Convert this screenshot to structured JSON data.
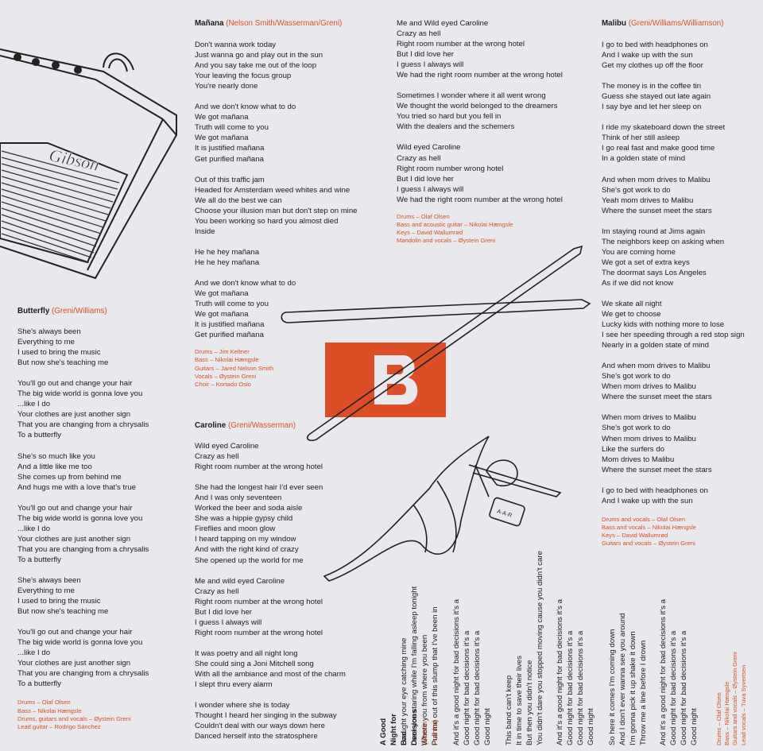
{
  "colors": {
    "accent": "#d4532a",
    "text": "#1c1c1e",
    "background": "#e9e8ec",
    "block": "#dc4e25"
  },
  "art": {
    "amp_logo": "Gibson",
    "tag_text": "A·A·R"
  },
  "butterfly": {
    "title": "Butterfly",
    "credit": "(Greni/Williams)",
    "stanzas": [
      [
        "She's always been",
        "Everything to me",
        "I used to bring the music",
        "But now she's teaching me"
      ],
      [
        "You'll go out and change your hair",
        "The big wide world is gonna love you",
        "...like I do",
        "Your clothes are just another sign",
        "That you are changing from a chrysalis",
        "To a butterfly"
      ],
      [
        "She's so much like you",
        "And a little like me too",
        "She comes up from behind me",
        "And hugs me with a love that's true"
      ],
      [
        "You'll go out and change your hair",
        "The big wide world is gonna love you",
        "...like I do",
        "Your clothes are just another sign",
        "That you are changing from a chrysalis",
        "To a butterfly"
      ],
      [
        "She's always been",
        "Everything to me",
        "I used to bring the music",
        "But now she's teaching me"
      ],
      [
        "You'll go out and change your hair",
        "The big wide world is gonna love you",
        "...like I do",
        "Your clothes are just another sign",
        "That you are changing from a chrysalis",
        "To a butterfly"
      ]
    ],
    "personnel": [
      "Drums – Olaf Olsen",
      "Bass – Nikolai Hængsle",
      "Drums, guitars and vocals – Øystein Greni",
      "Lead guitar – Rodrigo Sánchez"
    ]
  },
  "manana": {
    "title": "Mañana",
    "credit": "(Nelson Smith/Wasserman/Greni)",
    "stanzas": [
      [
        "Don't wanna work today",
        "Just wanna go and play out in the sun",
        "And you say take me out of the loop",
        "Your leaving the focus group",
        "You're nearly done"
      ],
      [
        "And we don't know what to do",
        "We got mañana",
        "Truth will come to you",
        "We got mañana",
        "It is justified mañana",
        "Get purified mañana"
      ],
      [
        "Out of this traffic jam",
        "Headed for Amsterdam weed whites and wine",
        "We all do the best we can",
        "Choose your illusion man but don't step on mine",
        "You been working so hard you almost died",
        "Inside"
      ],
      [
        "He he hey mañana",
        "He he hey mañana"
      ],
      [
        "And we don't know what to do",
        "We got mañana",
        "Truth will come to you",
        "We got mañana",
        "It is justified mañana",
        "Get purified mañana"
      ]
    ],
    "personnel": [
      "Drums – Jim Keltner",
      "Bass – Nikolai Hængsle",
      "Guitars – Jared Nelson Smith",
      "Vocals – Øystein Greni",
      "Choir – Kortado Oslo"
    ]
  },
  "caroline": {
    "title": "Caroline",
    "credit": "(Greni/Wasserman)",
    "stanzas": [
      [
        "Wild eyed Caroline",
        "Crazy as hell",
        "Right room number at the wrong hotel"
      ],
      [
        "She had the longest hair I'd ever seen",
        "And I was only seventeen",
        "Worked the beer and soda aisle",
        "She was a hippie gypsy child",
        "Fireflies and moon glow",
        "I heard tapping on my window",
        "And with the right kind of crazy",
        "She opened up the world for me"
      ],
      [
        "Me and wild eyed Caroline",
        "Crazy as hell",
        "Right room number at the wrong hotel",
        "But I did love her",
        "I guess I always will",
        "Right room number at the wrong hotel"
      ],
      [
        "It was poetry and all night long",
        "She could sing a Joni Mitchell song",
        "With all the ambiance and most of the charm",
        "I slept thru every alarm"
      ],
      [
        "I wonder where she is today",
        "Thought I heard her singing in the subway",
        "Couldn't deal with our ways down here",
        "Danced herself into the stratosphere"
      ]
    ],
    "continued": [
      [
        "Me and Wild eyed Caroline",
        "Crazy as hell",
        "Right room number at the wrong hotel",
        "But I did love her",
        "I guess I always will",
        "We had the right room number at the wrong hotel"
      ],
      [
        "Sometimes I wonder where it all went wrong",
        "We thought the world belonged to the dreamers",
        "You tried so hard but you fell in",
        "With the dealers and the schemers"
      ],
      [
        "Wild eyed Caroline",
        "Crazy as hell",
        "Right room number wrong hotel",
        "But I did love her",
        "I guess I always will",
        "We had the right room number at the wrong hotel"
      ]
    ],
    "personnel": [
      "Drums – Olaf Olsen",
      "Bass and acoustic guitar – Nikolai Hængsle",
      "Keys – David Wallumrød",
      "Mandolin and vocals – Øystein Greni"
    ]
  },
  "malibu": {
    "title": "Malibu",
    "credit": "(Greni/Williams/Williamson)",
    "stanzas": [
      [
        "I go to bed with headphones on",
        "And I wake up with the sun",
        "Get my clothes up off the floor"
      ],
      [
        "The money is in the coffee tin",
        "Guess she stayed out late again",
        "I say bye and let her sleep on"
      ],
      [
        "I ride my skateboard down the street",
        "Think of her still asleep",
        "I go real fast and make good time",
        "In a golden state of mind"
      ],
      [
        "And when mom drives to Malibu",
        "She's got work to do",
        "Yeah mom drives to Malibu",
        "Where the sunset meet the stars"
      ],
      [
        "Im staying round at Jims again",
        "The neighbors keep on asking when",
        "You are coming home",
        "We got a set of extra keys",
        "The doormat says Los Angeles",
        "As if we did not know"
      ],
      [
        "We skate all night",
        "We get to choose",
        "Lucky kids with nothing more to lose",
        "I see her speeding through a red stop sign",
        "Nearly in a golden state of mind"
      ],
      [
        "And when mom drives to Malibu",
        "She's got work to do",
        "When mom drives to Malibu",
        "Where the sunset meet the stars"
      ],
      [
        "When mom drives to Malibu",
        "She's got work to do",
        "When mom drives to Malibu",
        "Like the surfers do",
        "Mom drives to Malibu",
        "Where the sunset meet the stars"
      ],
      [
        "I go to bed with headphones on",
        "And I wake up with the sun"
      ]
    ],
    "personnel": [
      "Drums and vocals – Olaf Olsen",
      "Bass and vocals – Nikolai Hængsle",
      "Keys – David Wallumrød",
      "Guitars and vocals – Øystein Greni"
    ]
  },
  "good_night": {
    "title": "A Good Night for Bad Decisions",
    "credit": "(Dustin Franks)",
    "stanzas": [
      [
        "I caught your eye catching mine",
        "I see you staring while I'm falling asleep tonight",
        "Where you from where you been",
        "Pull me out of this slump that I've been in"
      ],
      [
        "And it's a good night for bad decisions it's a",
        "Good night for bad decisions it's a",
        "Good night for bad decisions it's a",
        "Good night"
      ],
      [
        "This band can't keep",
        "It in time to save their lives",
        "But then you didn't notice",
        "You didn't dare you stopped moving cause you didn't care"
      ],
      [
        "And it's a good night for bad decisions it's a",
        "Good night for bad decisions it's a",
        "Good night for bad decisions it's a",
        "Good night"
      ],
      [
        "So here it comes I'm coming down",
        "And I don't ever wanna see you around",
        "I'm gonna pick it up shake it down",
        "Throw me a line before I drown"
      ],
      [
        "And it's a good night for bad decisions it's a",
        "Good night for bad decisions it's a",
        "Good night for bad decisions it's a",
        "Good night"
      ]
    ],
    "personnel": [
      "Drums – Olaf Olsen",
      "Bass – Nikolai Hængsle",
      "Guitars and vocals – Øystein Greni",
      "Lead vocals – Tuva Syvertsen"
    ]
  }
}
